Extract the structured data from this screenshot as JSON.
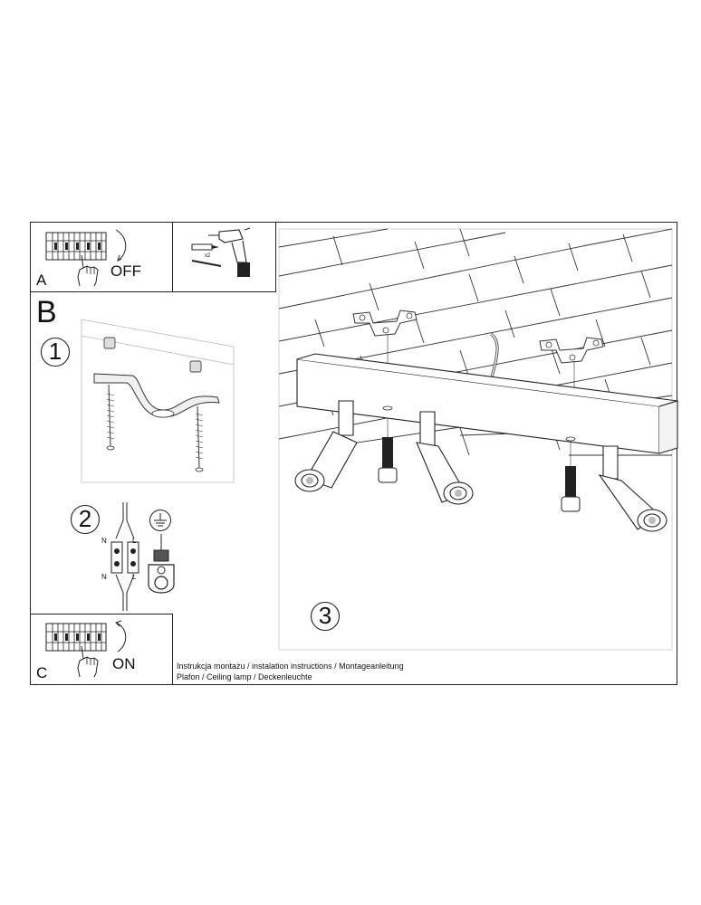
{
  "sections": {
    "a": {
      "letter": "A",
      "state": "OFF"
    },
    "b": {
      "letter": "B"
    },
    "c": {
      "letter": "C",
      "state": "ON"
    }
  },
  "tools": {
    "anchor_count": "x2"
  },
  "steps": [
    {
      "number": "1"
    },
    {
      "number": "2",
      "wiring_labels": {
        "n_top": "N",
        "l_top": "L",
        "n_bottom": "N",
        "l_bottom": "L"
      }
    },
    {
      "number": "3"
    }
  ],
  "caption": {
    "line1": "Instrukcja montażu / instalation instructions / Montageanleitung",
    "line2": "Plafon / Ceiling lamp / Deckenleuchte"
  },
  "icons": {
    "breaker": "circuit-breaker-panel-icon",
    "hand": "hand-switch-icon",
    "drill": "power-drill-icon",
    "anchor": "wall-plug-icon",
    "ground": "ground-symbol-icon"
  }
}
